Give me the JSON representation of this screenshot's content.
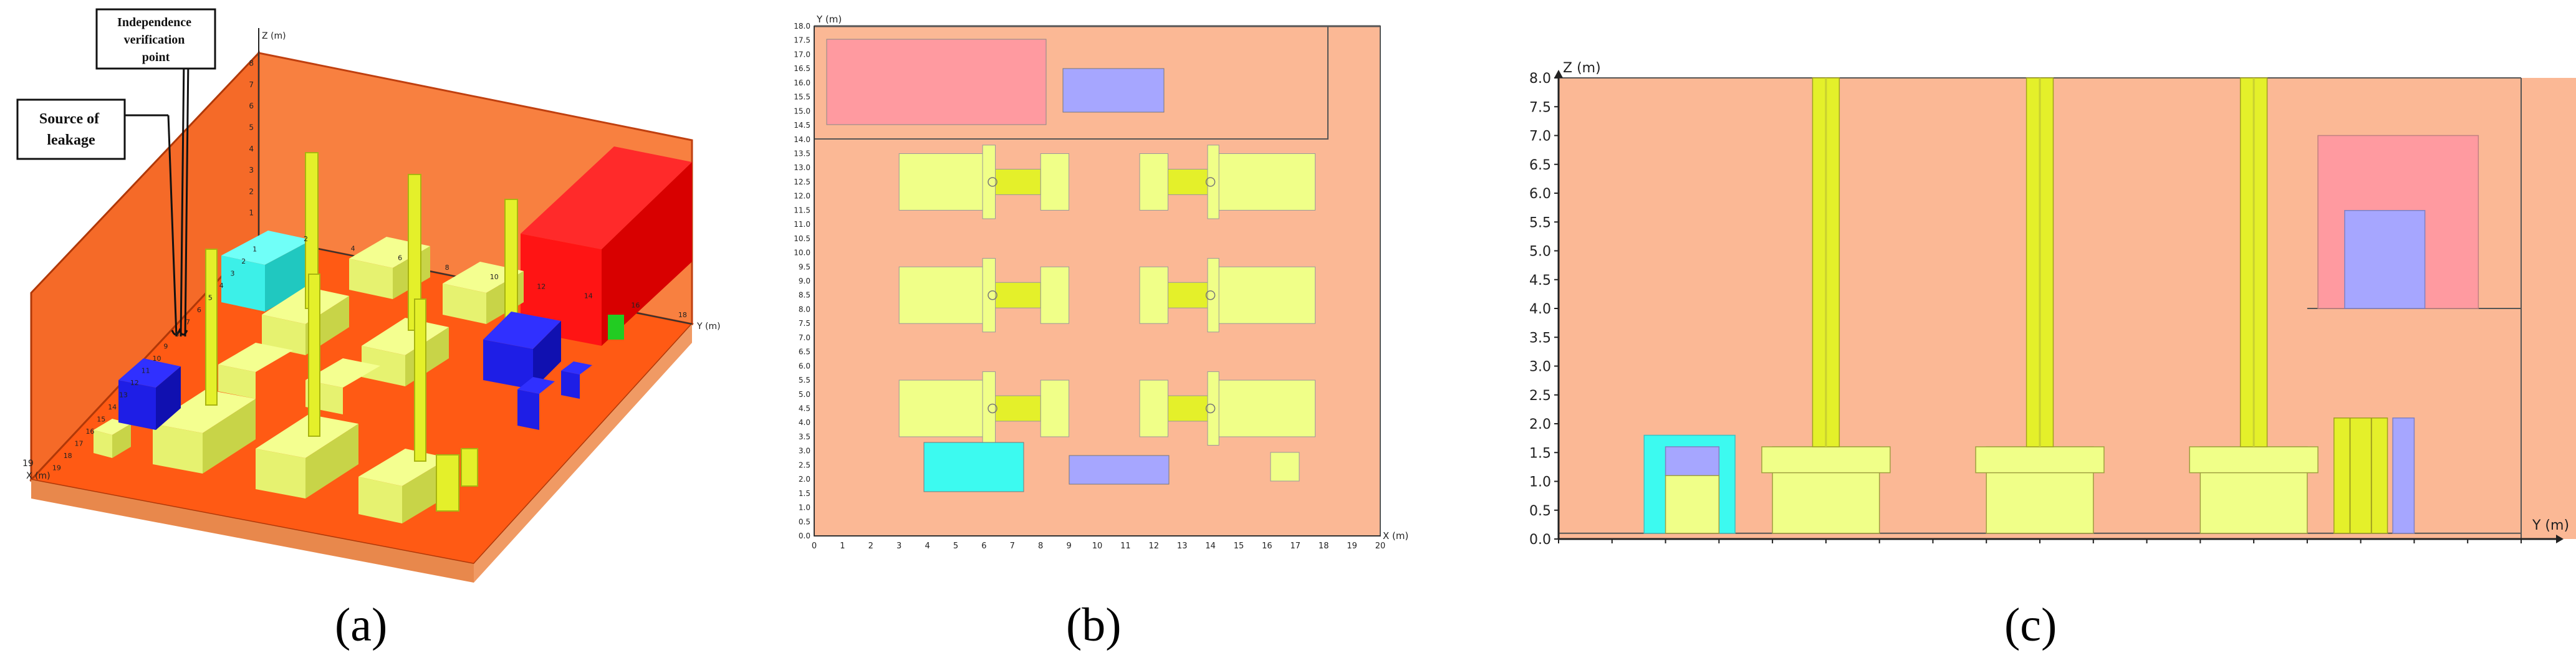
{
  "colors": {
    "room": "#fbb895",
    "room_edge": "#555555",
    "floor3d": "#ff5a14",
    "wall3d": "#f87b3c",
    "equipment": "#f0ff88",
    "pipe": "#e4f02a",
    "pink_block": "#ff9aa0",
    "red_block": "#ff1a1a",
    "blue_block": "#a6a6ff",
    "blue3d": "#1e1ee6",
    "cyan_block": "#3cfaf0",
    "green3d": "#22cc22"
  },
  "panel_a": {
    "label": "(a)",
    "callout_independence": [
      "Independence",
      "verification",
      "point"
    ],
    "callout_source": [
      "Source of",
      "leakage"
    ],
    "axis_z": "Z (m)",
    "axis_x": "X (m)",
    "axis_y": "Y (m)",
    "z_ticks": [
      "1",
      "2",
      "3",
      "4",
      "5",
      "6",
      "7",
      "8"
    ],
    "x_ticks": [
      "19",
      "18",
      "17",
      "16",
      "15",
      "14",
      "13",
      "12",
      "11",
      "10",
      "9",
      "8",
      "7",
      "6",
      "5",
      "4",
      "3",
      "2",
      "1"
    ],
    "y_ticks": [
      "2",
      "4",
      "6",
      "8",
      "10",
      "12",
      "14",
      "16",
      "18"
    ],
    "floor_corner": "19"
  },
  "panel_b": {
    "label": "(b)",
    "axis_y": "Y (m)",
    "axis_x": "X (m)",
    "xlim": [
      0,
      20
    ],
    "ylim": [
      0,
      18
    ],
    "x_ticks": [
      "0",
      "1",
      "2",
      "3",
      "4",
      "5",
      "6",
      "7",
      "8",
      "9",
      "10",
      "11",
      "12",
      "13",
      "14",
      "15",
      "16",
      "17",
      "18",
      "19",
      "20"
    ],
    "y_ticks": [
      "0.0",
      "0.5",
      "1.0",
      "1.5",
      "2.0",
      "2.5",
      "3.0",
      "3.5",
      "4.0",
      "4.5",
      "5.0",
      "5.5",
      "6.0",
      "6.5",
      "7.0",
      "7.5",
      "8.0",
      "8.5",
      "9.0",
      "9.5",
      "10.0",
      "10.5",
      "11.0",
      "11.5",
      "12.0",
      "12.5",
      "13.0",
      "13.5",
      "14.0",
      "14.5",
      "15.0",
      "15.5",
      "16.0",
      "16.5",
      "17.0",
      "17.5",
      "18.0"
    ]
  },
  "panel_c": {
    "label": "(c)",
    "axis_z": "Z (m)",
    "axis_y": "Y (m)",
    "xlim": [
      0,
      18
    ],
    "ylim": [
      0,
      8
    ],
    "x_ticks": [
      "0",
      "1",
      "2",
      "3",
      "4",
      "5",
      "6",
      "7",
      "8",
      "9",
      "10",
      "11",
      "12",
      "13",
      "14",
      "15",
      "16",
      "17",
      "18"
    ],
    "y_ticks": [
      "0.0",
      "0.5",
      "1.0",
      "1.5",
      "2.0",
      "2.5",
      "3.0",
      "3.5",
      "4.0",
      "4.5",
      "5.0",
      "5.5",
      "6.0",
      "6.5",
      "7.0",
      "7.5",
      "8.0"
    ]
  }
}
